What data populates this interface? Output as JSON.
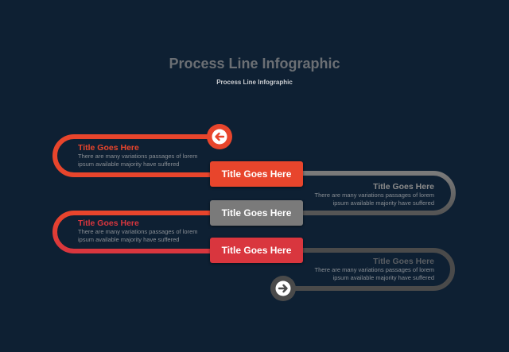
{
  "header": {
    "title": "Process Line Infographic",
    "subtitle": "Process Line Infographic"
  },
  "colors": {
    "background": "#0e2033",
    "orange": "#e8452c",
    "gray": "#7a7a7a",
    "red": "#d9363e",
    "dark_gray": "#444444"
  },
  "steps": [
    {
      "box_label": "Title Goes Here",
      "title": "Title Goes Here",
      "description": "There are many variations passages of lorem ipsum available  majority have suffered"
    },
    {
      "box_label": "Title Goes Here",
      "title": "Title Goes Here",
      "description": "There are many variations passages of lorem ipsum available  majority have suffered"
    },
    {
      "box_label": "Title Goes Here",
      "title": "Title Goes Here",
      "description": "There are many variations passages of lorem ipsum available  majority have suffered"
    },
    {
      "title": "Title Goes Here",
      "description": "There are many variations passages of lorem ipsum available  majority have suffered"
    }
  ],
  "icons": {
    "start": "arrow-left-icon",
    "end": "arrow-right-icon"
  }
}
